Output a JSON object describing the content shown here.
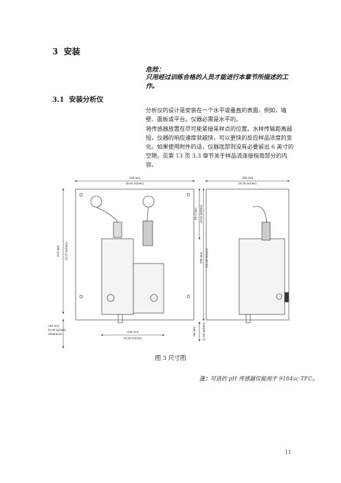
{
  "section": {
    "number": "3",
    "title": "安装"
  },
  "danger": {
    "label": "危险：",
    "text": "只用经过训练合格的人员才能进行本章节所描述的工作。"
  },
  "subsection": {
    "number": "3.1",
    "title": "安装分析仪"
  },
  "paragraphs": [
    "分析仪的设计是安装在一个水平或垂直的表面，例如，墙壁、面板或平台。仪器必需是水平的。",
    "将传感器放置在尽可能紧接采样点的位置。水样传输距离越短，仪器的响应速度就越快，可以更快的反应样品浓度的变化。如果使用附件的话，仪器底部则没有必要留出 6 英寸的空隙。见第 13 页 3.3 章节关于样品流连接指南部分的内容。"
  ],
  "figure": {
    "dim_width_top": "245 mm",
    "dim_width_top_in": "(9.64 inches)",
    "dim_depth_top": "155 mm",
    "dim_depth_top_in": "(6.10 inches)",
    "dim_height_left": "210 mm",
    "dim_height_left_in": "(8.27 inches)",
    "dim_small_mid": "89.2 mm",
    "dim_small_mid_in": "(3.51 inches)",
    "dim_height_mid": "290 mm",
    "dim_height_mid_in": "(11.42 inches)",
    "dim_clearance": "152 mm",
    "dim_clearance_in": "(6.00 inches)",
    "dim_clearance_label": "Clearance",
    "dim_width_bottom": "236 mm",
    "dim_width_bottom_in": "(9.28 inches)",
    "dim_small_right": "38 mm",
    "dim_small_right_in": "(1.50 inches)"
  },
  "caption": "图 3   尺寸图",
  "note": {
    "label": "注：",
    "text": "可选的 pH 传感器仅能用于 9184sc TFC。"
  },
  "page_number": "11"
}
